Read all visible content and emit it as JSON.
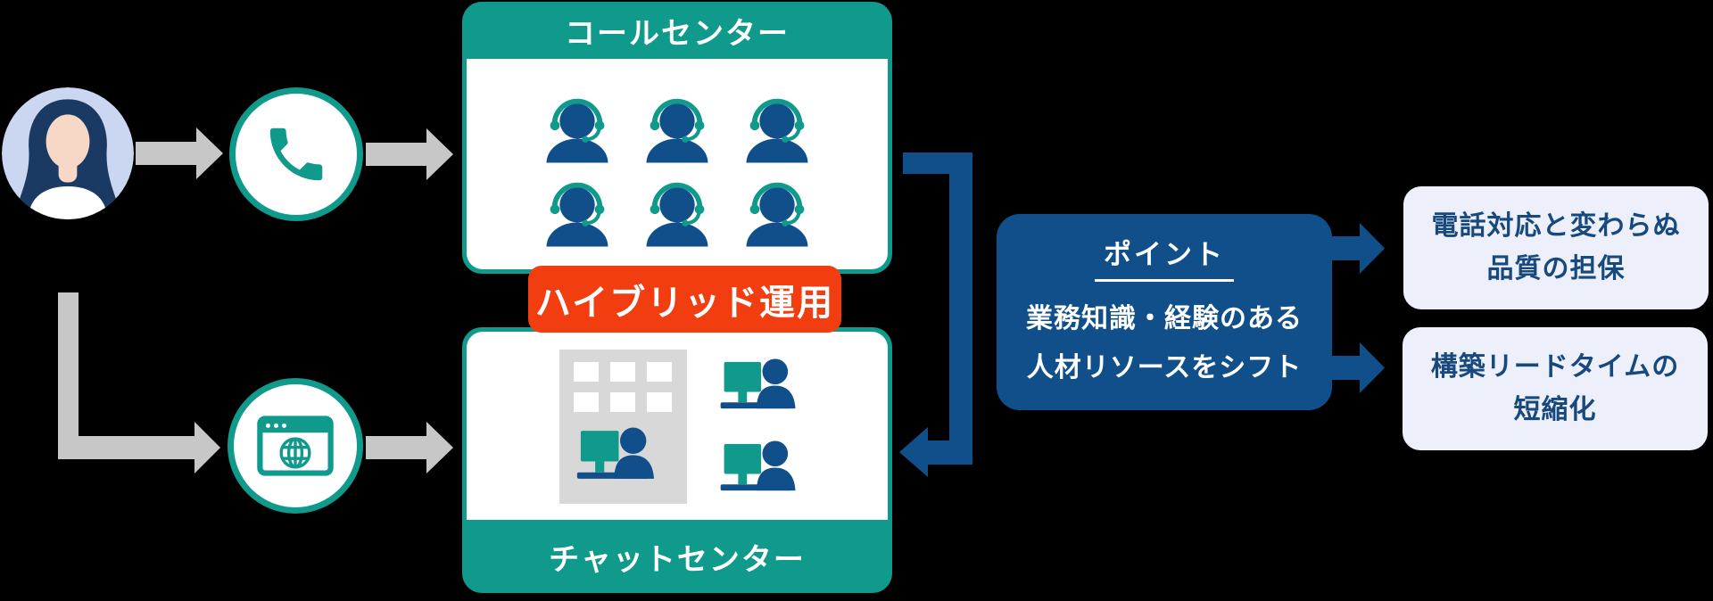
{
  "colors": {
    "teal": "#0F9A8C",
    "blue": "#114F8B",
    "orange": "#F23D10",
    "arrow_gray": "#C7C7C7",
    "navy_text": "#17497E",
    "outcome_bg": "#EDEFFB",
    "building_gray": "#D8D8D8",
    "avatar_bg": "#CBD6F0",
    "avatar_hair": "#1A3A64",
    "avatar_skin": "#F7D7C5"
  },
  "diagram": {
    "customer": {
      "icon": "woman-avatar"
    },
    "channels": [
      {
        "icon": "phone"
      },
      {
        "icon": "web-browser"
      }
    ],
    "call_center": {
      "title": "コールセンター",
      "operators": 6
    },
    "hybrid_label": {
      "text": "ハイブリッド運用"
    },
    "chat_center": {
      "title": "チャットセンター",
      "desk_workers": 3,
      "icon": "office-building"
    },
    "point_box": {
      "title": "ポイント",
      "line1": "業務知識・経験のある",
      "line2": "人材リソースをシフト"
    },
    "outcomes": [
      {
        "line1": "電話対応と変わらぬ",
        "line2": "品質の担保"
      },
      {
        "line1": "構築リードタイムの",
        "line2": "短縮化"
      }
    ]
  }
}
